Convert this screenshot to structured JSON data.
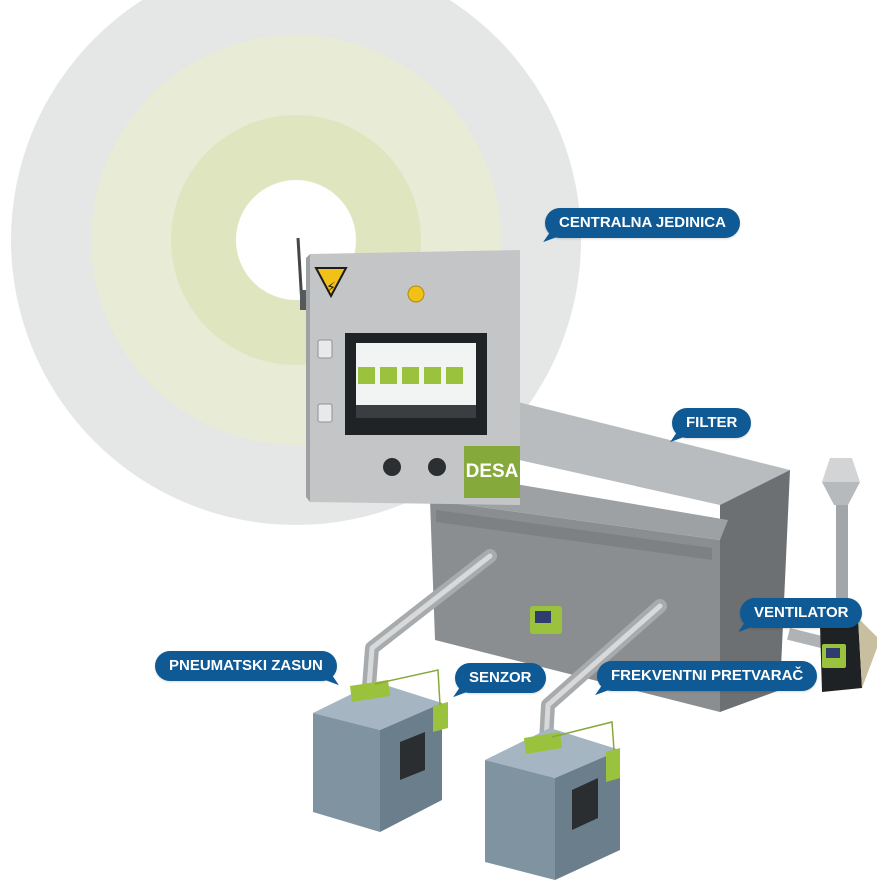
{
  "callouts": {
    "centralna_jedinica": "CENTRALNA JEDINICA",
    "filter": "FILTER",
    "ventilator": "VENTILATOR",
    "pneumatski_zasun": "PNEUMATSKI ZASUN",
    "senzor": "SENZOR",
    "frekventni_pretvarac": "FREKVENTNI PRETVARAČ"
  },
  "cabinet": {
    "brand_label": "DESA"
  },
  "colors": {
    "callout_bg": "#0f5a94",
    "brand_green": "#86a93b",
    "screen_green": "#9bc23c"
  }
}
